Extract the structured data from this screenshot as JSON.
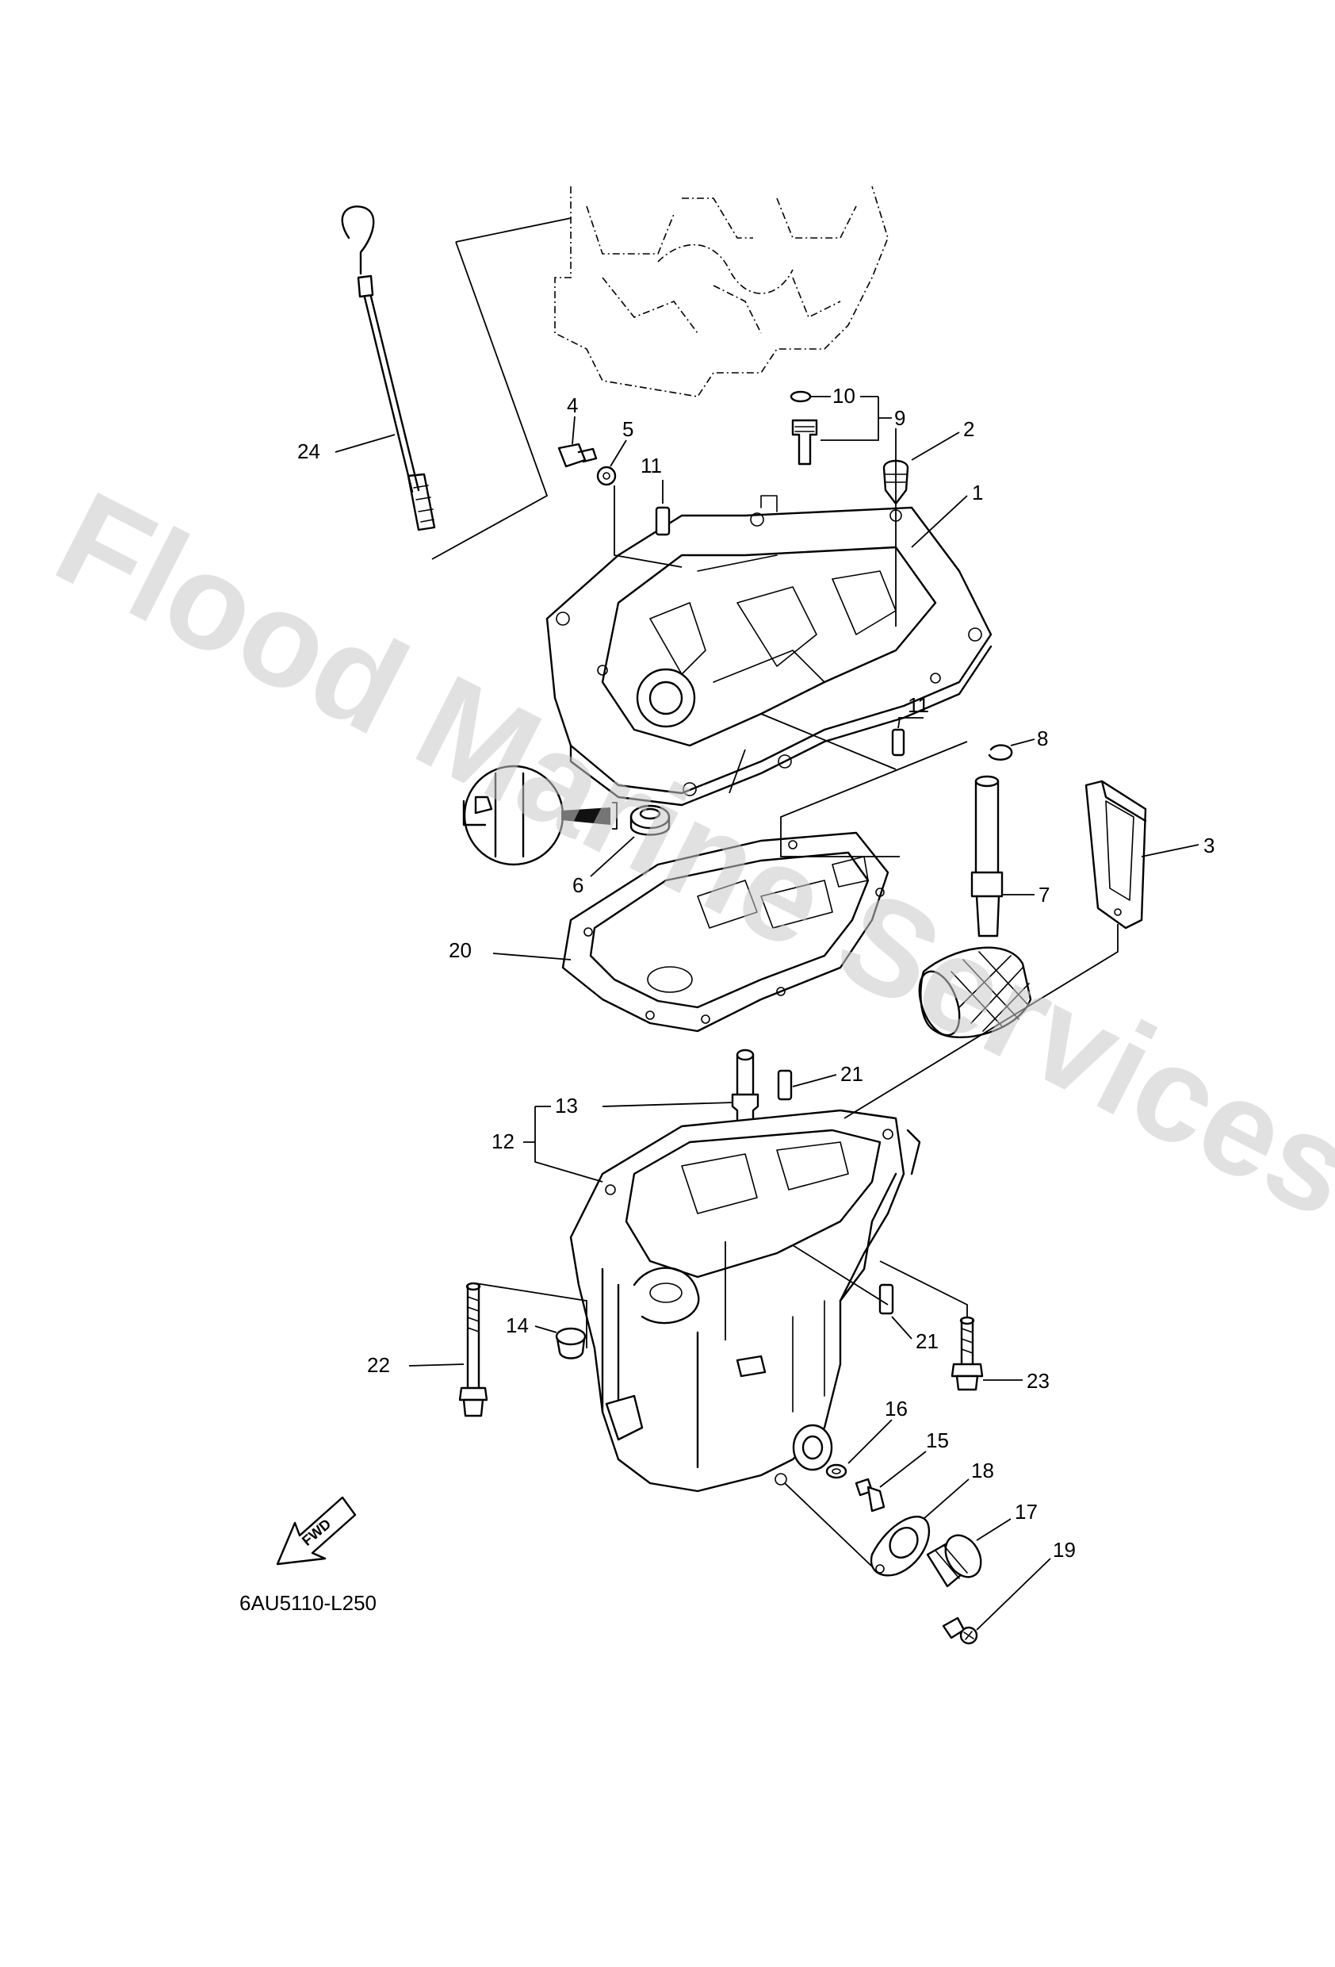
{
  "diagram": {
    "drawing_code": "6AU5110-L250",
    "watermark": "Flood Marine Services",
    "fwd_label": "FWD",
    "callouts": [
      "1",
      "2",
      "3",
      "4",
      "5",
      "6",
      "7",
      "8",
      "9",
      "10",
      "11",
      "11",
      "12",
      "13",
      "14",
      "15",
      "16",
      "17",
      "18",
      "19",
      "20",
      "21",
      "21",
      "22",
      "23",
      "24"
    ]
  },
  "colors": {
    "line": "#000000",
    "watermark": "#c8c8c8",
    "background": "#ffffff"
  }
}
